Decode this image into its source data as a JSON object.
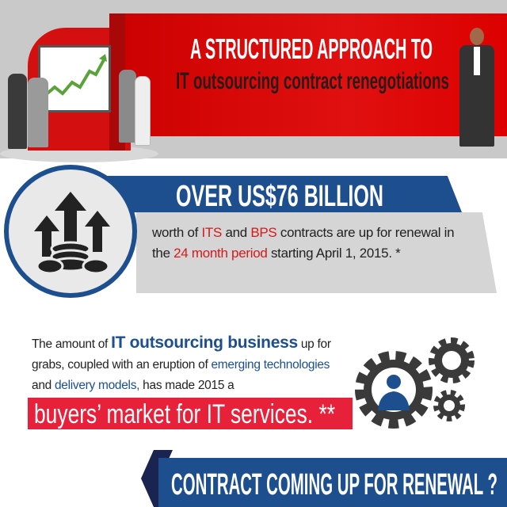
{
  "header": {
    "title": "A STRUCTURED APPROACH TO",
    "subtitle": "IT outsourcing contract renegotiations"
  },
  "stat": {
    "headline": "OVER US$76 BILLION",
    "text": {
      "p1": "worth of ",
      "its": "ITS",
      "p2": " and ",
      "bps": "BPS",
      "p3": " contracts are up for renewal in the ",
      "period": "24 month period",
      "p4": " starting April 1, 2015. *"
    }
  },
  "market": {
    "p1": "The amount of ",
    "highlight": "IT outsourcing business",
    "p2": " up for grabs, coupled with an eruption of ",
    "emerging": "emerging technologies",
    "p3": " and ",
    "delivery": "delivery models,",
    "p4": " has made 2015 a",
    "banner": "buyers’ market for IT services. **"
  },
  "footer": {
    "cta": "CONTRACT COMING UP FOR RENEWAL ?"
  },
  "icons": [
    "business-meeting-illustration",
    "businessman-illustration",
    "rising-arrows-coins-icon",
    "gears-person-icon"
  ],
  "colors": {
    "red": "#d40f0f",
    "blue": "#1d4f8e",
    "navy": "#1a2450",
    "banner_red": "#e8213a",
    "grey": "#c9c9c9"
  }
}
